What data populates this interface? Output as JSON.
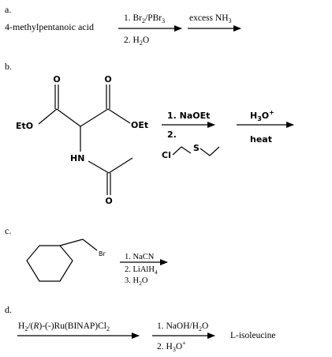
{
  "problem_a": {
    "label": "a.",
    "reactant": "4-methylpentanoic acid",
    "arrow1": {
      "step1_num": "1.",
      "step1_reagent": "Br",
      "step1_sub": "2",
      "step1_after": "/PBr",
      "step1_sub2": "3",
      "step2_num": "2.",
      "step2_reagent": "H",
      "step2_sub": "2",
      "step2_after": "O"
    },
    "arrow2": {
      "reagent": "excess NH",
      "reagent_sub": "3"
    }
  },
  "problem_b": {
    "label": "b.",
    "atoms": {
      "o_left": "O",
      "o_right": "O",
      "eto": "EtO",
      "oet": "OEt",
      "hn": "HN",
      "o_bottom": "O",
      "cl": "Cl",
      "s": "S"
    },
    "arrow1": {
      "step1": "1. NaOEt",
      "step2": "2."
    },
    "arrow2": {
      "above": "H",
      "above_sub": "3",
      "above_after": "O",
      "above_sup": "+",
      "below": "heat"
    }
  },
  "problem_c": {
    "label": "c.",
    "substituent": "Br",
    "steps": {
      "step1": "1. NaCN",
      "step2_a": "2. LiAlH",
      "step2_sub": "4",
      "step3_a": "3. H",
      "step3_sub": "2",
      "step3_b": "O"
    }
  },
  "problem_d": {
    "label": "d.",
    "arrow1": {
      "a": "H",
      "a_sub": "2",
      "b": "/(",
      "c": "R",
      "d": ")-(-)Ru(BINAP)Cl",
      "d_sub": "2"
    },
    "arrow2": {
      "step1": "1. NaOH/H",
      "step1_sub": "2",
      "step1_b": "O",
      "step2_a": "2. H",
      "step2_sub": "3",
      "step2_b": "O",
      "step2_sup": "+"
    },
    "product": "L-isoleucine"
  }
}
